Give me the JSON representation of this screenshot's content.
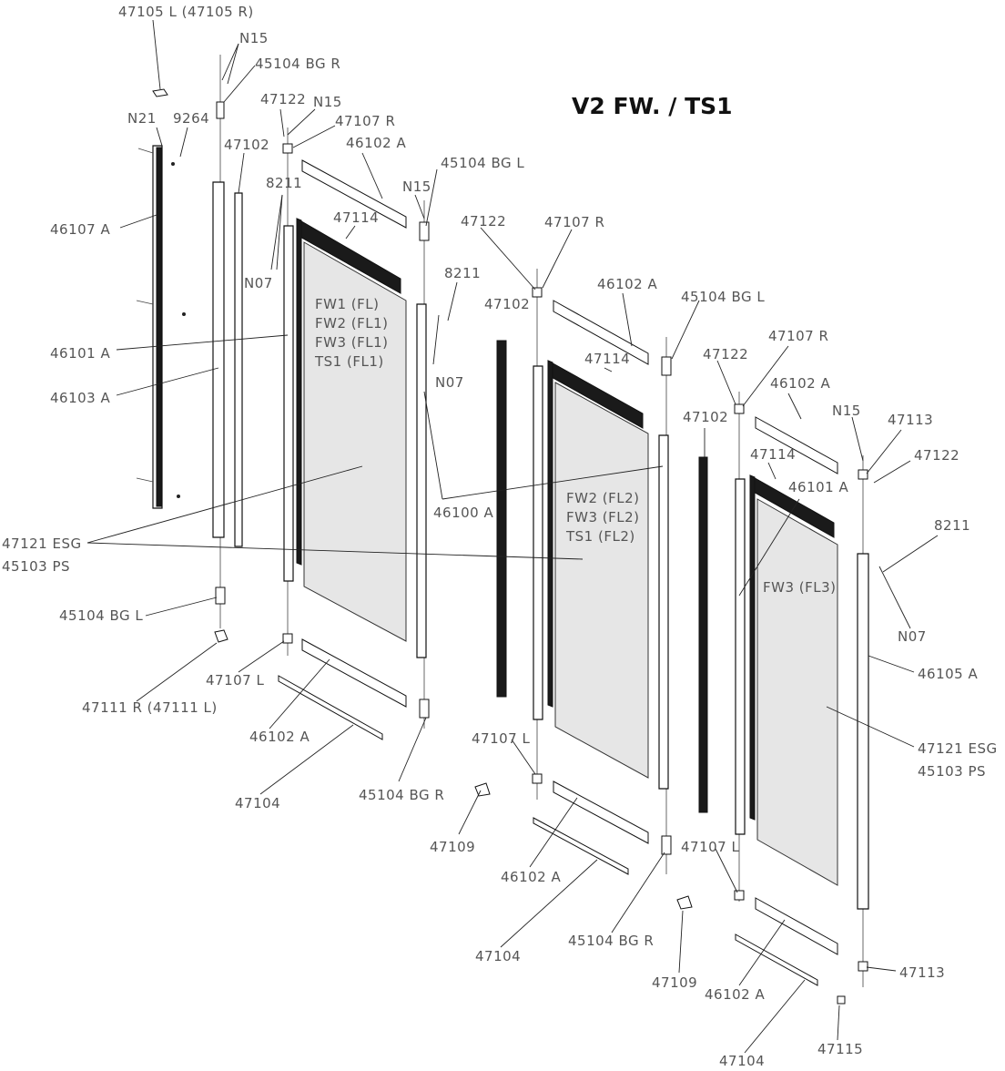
{
  "title": "V2 FW. / TS1",
  "labels": {
    "l47105": "47105 L (47105 R)",
    "n15_a": "N15",
    "l45104_bgr_top": "45104 BG R",
    "n21": "N21",
    "l9264": "9264",
    "l47122_a": "47122",
    "n15_b": "N15",
    "l47107r_a": "47107 R",
    "l47102_a": "47102",
    "l46102a_a": "46102 A",
    "l45104_bgl_a": "45104 BG L",
    "n15_c": "N15",
    "l8211_a": "8211",
    "l47114_a": "47114",
    "l46107a": "46107 A",
    "n07_a": "N07",
    "l47122_b": "47122",
    "l47107r_b": "47107 R",
    "l8211_b": "8211",
    "l47102_b": "47102",
    "l46102a_b": "46102 A",
    "l45104_bgl_b": "45104 BG L",
    "l46101a_a": "46101 A",
    "l47114_b": "47114",
    "l47122_c": "47122",
    "l47107r_c": "47107 R",
    "l46103a": "46103 A",
    "n07_b": "N07",
    "l46102a_c": "46102 A",
    "n15_d": "N15",
    "l47113_a": "47113",
    "l47102_c": "47102",
    "l47122_d": "47122",
    "l47114_c": "47114",
    "l46101a_b": "46101 A",
    "l46100a": "46100 A",
    "l47121esg_a": "47121 ESG",
    "l45103ps_a": "45103 PS",
    "l8211_c": "8211",
    "l45104_bgl_c": "45104 BG L",
    "n07_c": "N07",
    "l47107l_a": "47107 L",
    "l46105a": "46105 A",
    "l47111": "47111 R (47111 L)",
    "l46102a_d": "46102 A",
    "l47107l_b": "47107 L",
    "l47121esg_b": "47121 ESG",
    "l45103ps_b": "45103 PS",
    "l47104_a": "47104",
    "l45104_bgr_a": "45104 BG R",
    "l47109_a": "47109",
    "l47107l_c": "47107 L",
    "l46102a_e": "46102 A",
    "l47104_b": "47104",
    "l45104_bgr_b": "45104 BG R",
    "l47109_b": "47109",
    "l46102a_f": "46102 A",
    "l47113_b": "47113",
    "l47104_c": "47104",
    "l47115": "47115"
  },
  "panel_text": {
    "p1_l1": "FW1 (FL)",
    "p1_l2": "FW2 (FL1)",
    "p1_l3": "FW3 (FL1)",
    "p1_l4": "TS1 (FL1)",
    "p2_l1": "FW2 (FL2)",
    "p2_l2": "FW3 (FL2)",
    "p2_l3": "TS1 (FL2)",
    "p3_l1": "FW3 (FL3)"
  }
}
